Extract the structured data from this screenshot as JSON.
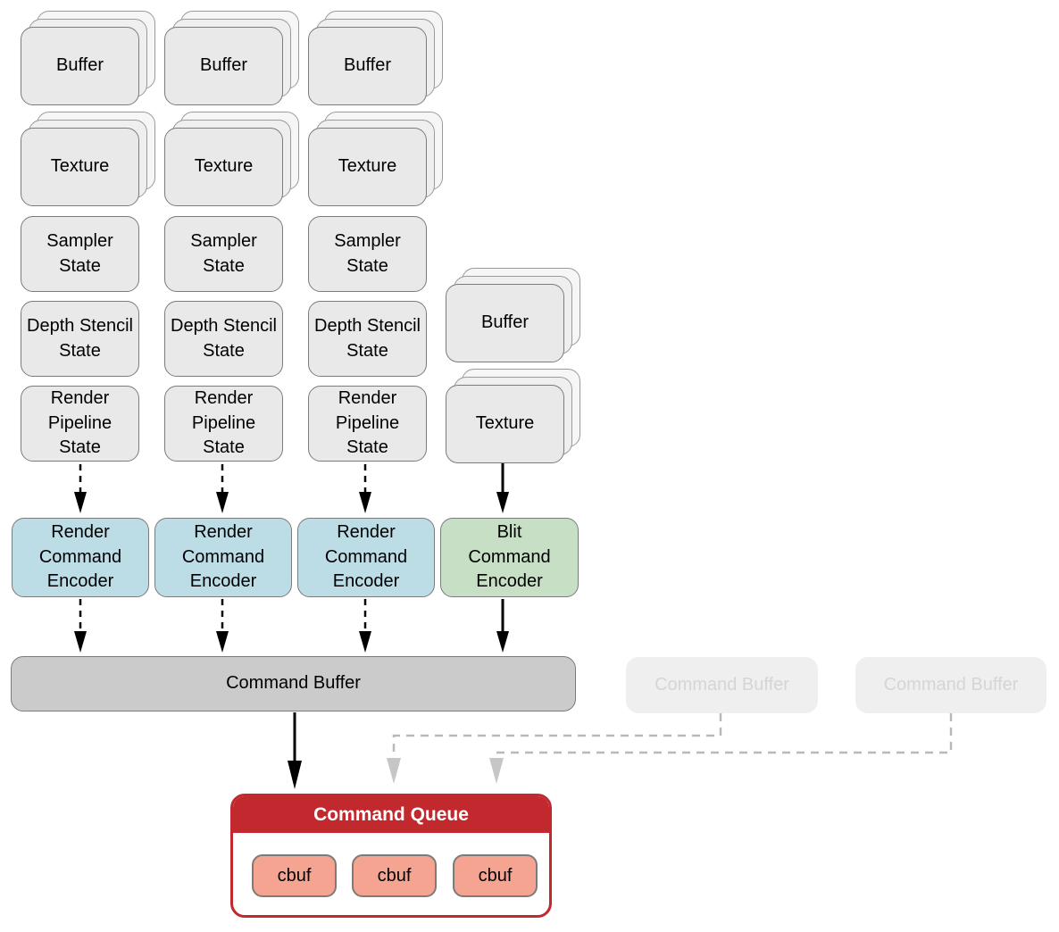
{
  "colors": {
    "resource_gray": "#e9e9e9",
    "box_border_gray": "#7b7b7b",
    "encoder_blue": "#bcdce6",
    "encoder_green": "#c7dfc5",
    "command_buffer_gray": "#cbcbcb",
    "faded_fill": "#efefef",
    "faded_text": "#d5d5d5",
    "queue_red": "#c2292e",
    "cbuf_salmon": "#f4a491",
    "arrow_black": "#000000",
    "arrow_gray": "#b9b9b9"
  },
  "resource_columns": [
    {
      "buffer": "Buffer",
      "texture": "Texture",
      "sampler": "Sampler\nState",
      "depth_stencil": "Depth Stencil\nState",
      "render_pipeline": "Render\nPipeline\nState"
    },
    {
      "buffer": "Buffer",
      "texture": "Texture",
      "sampler": "Sampler\nState",
      "depth_stencil": "Depth Stencil\nState",
      "render_pipeline": "Render\nPipeline\nState"
    },
    {
      "buffer": "Buffer",
      "texture": "Texture",
      "sampler": "Sampler\nState",
      "depth_stencil": "Depth Stencil\nState",
      "render_pipeline": "Render\nPipeline\nState"
    }
  ],
  "blit_column": {
    "buffer": "Buffer",
    "texture": "Texture"
  },
  "encoders": [
    {
      "label": "Render\nCommand\nEncoder"
    },
    {
      "label": "Render\nCommand\nEncoder"
    },
    {
      "label": "Render\nCommand\nEncoder"
    },
    {
      "label": "Blit\nCommand\nEncoder"
    }
  ],
  "command_buffer": {
    "label": "Command Buffer"
  },
  "faded_command_buffers": [
    {
      "label": "Command Buffer"
    },
    {
      "label": "Command Buffer"
    }
  ],
  "command_queue": {
    "title": "Command Queue",
    "cbufs": [
      {
        "label": "cbuf"
      },
      {
        "label": "cbuf"
      },
      {
        "label": "cbuf"
      }
    ]
  }
}
